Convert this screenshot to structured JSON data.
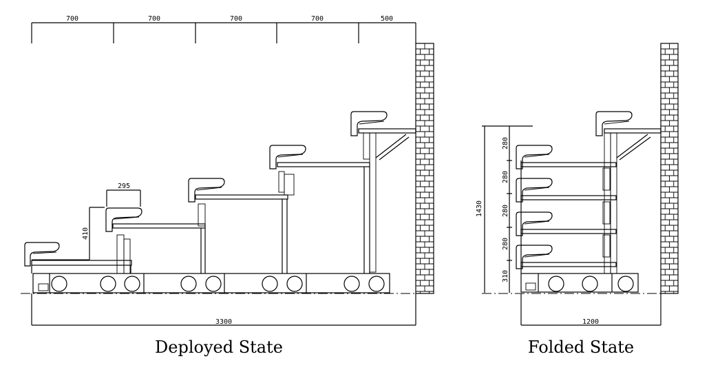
{
  "deployed": {
    "caption": "Deployed State",
    "top_dims": [
      "700",
      "700",
      "700",
      "700",
      "500"
    ],
    "overall_width": "3300",
    "seat_depth": "295",
    "riser_height": "410"
  },
  "folded": {
    "caption": "Folded State",
    "overall_width": "1200",
    "overall_height": "1430",
    "tier_heights": [
      "280",
      "280",
      "280",
      "280",
      "310"
    ]
  },
  "colors": {
    "line": "#000000",
    "background": "#ffffff"
  }
}
